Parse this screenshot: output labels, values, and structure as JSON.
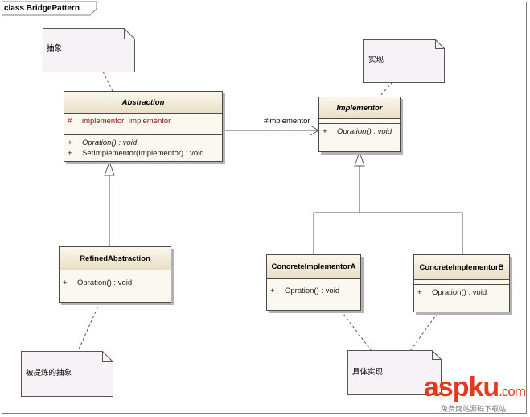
{
  "diagram": {
    "frame_label": "class BridgePattern"
  },
  "classes": {
    "abstraction": {
      "name": "Abstraction",
      "attributes": [
        {
          "visibility": "#",
          "text": "implementor:  Implementor"
        }
      ],
      "operations": [
        {
          "visibility": "+",
          "text": "Opration() : void"
        },
        {
          "visibility": "+",
          "text": "SetImplementor(Implementor) : void"
        }
      ]
    },
    "implementor": {
      "name": "Implementor",
      "operations": [
        {
          "visibility": "+",
          "text": "Opration() : void"
        }
      ]
    },
    "refined_abstraction": {
      "name": "RefinedAbstraction",
      "operations": [
        {
          "visibility": "+",
          "text": "Opration() : void"
        }
      ]
    },
    "concrete_a": {
      "name": "ConcreteImplementorA",
      "operations": [
        {
          "visibility": "+",
          "text": "Opration() : void"
        }
      ]
    },
    "concrete_b": {
      "name": "ConcreteImplementorB",
      "operations": [
        {
          "visibility": "+",
          "text": "Opration() : void"
        }
      ]
    }
  },
  "notes": {
    "abstraction_note": "抽象",
    "implementor_note": "实现",
    "refined_note": "被提炼的抽象",
    "concrete_note": "具体实现"
  },
  "associations": {
    "implementor_role": "#implementor"
  },
  "watermark": {
    "main_a": "asp",
    "main_b": "ku",
    "suffix": ".com",
    "sub": "免费网站源码下载站!"
  }
}
